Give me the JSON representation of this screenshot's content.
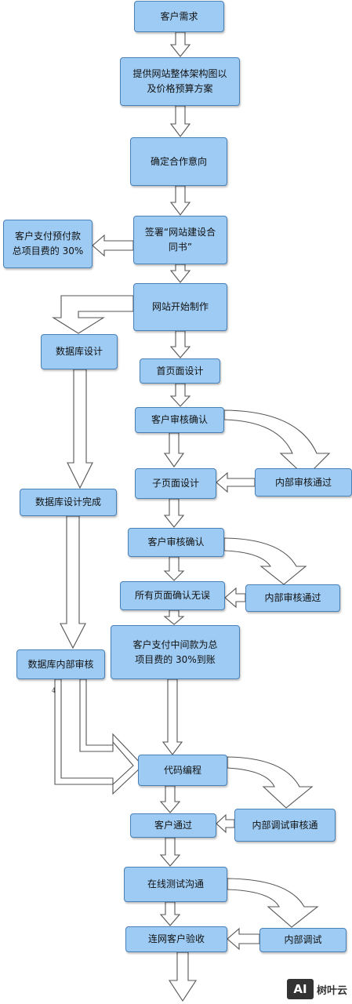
{
  "nodes": {
    "customer_request": "客户需求",
    "site_architecture_line1": "提供网站整体架构图以",
    "site_architecture_line2": "及价格预算方案",
    "confirm_cooperation": "确定合作意向",
    "sign_contract_line1": "签署“网站建设合",
    "sign_contract_line2": "同书”",
    "prepay_line1": "客户支付预付款",
    "prepay_line2": "总项目费的 30%",
    "start_production": "网站开始制作",
    "database_design": "数据库设计",
    "homepage_design": "首页面设计",
    "customer_review_1": "客户审核确认",
    "internal_review_pass_1": "内部审核通过",
    "subpage_design": "子页面设计",
    "database_design_done": "数据库设计完成",
    "customer_review_2": "客户审核确认",
    "all_pages_confirmed": "所有页面确认无误",
    "internal_review_pass_2": "内部审核通过",
    "midpay_line1": "客户支付中间款为总",
    "midpay_line2": "项目费的 30%到账",
    "database_internal_review": "数据库内部审核",
    "code_programming": "代码编程",
    "internal_debug_review": "内部调试审核通",
    "customer_approved": "客户通过",
    "online_test": "在线测试沟通",
    "internal_debug": "内部调试",
    "online_acceptance": "连网客户验收"
  },
  "note_mark": "4",
  "watermark": {
    "logo_text": "AI",
    "site_name": "树叶云"
  }
}
